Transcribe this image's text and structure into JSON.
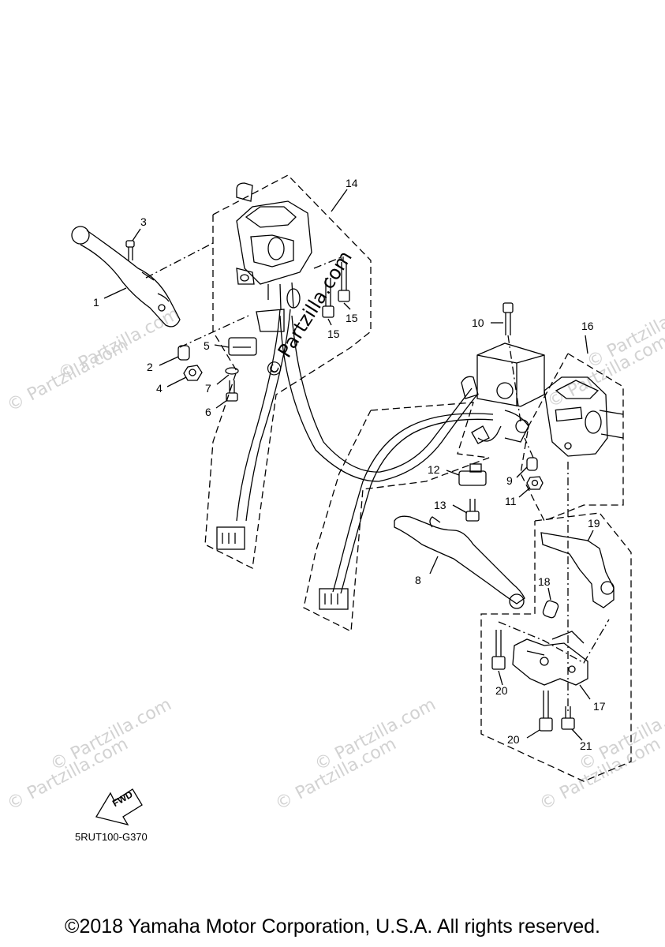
{
  "watermarks": [
    "© Partzilla.com",
    "© Partzilla.com",
    "© Partzilla.com",
    "© Partzilla.com",
    "© Partzilla.com",
    "© Partzilla.com",
    "© Partzilla.com",
    "© Partzilla.com",
    "© Partzilla.com",
    "© Partzilla.com"
  ],
  "center_watermark": "© Partzilla.com",
  "callouts": {
    "c1": "1",
    "c2": "2",
    "c3": "3",
    "c4": "4",
    "c5": "5",
    "c6": "6",
    "c7": "7",
    "c8": "8",
    "c9": "9",
    "c10": "10",
    "c11": "11",
    "c12": "12",
    "c13": "13",
    "c14": "14",
    "c15a": "15",
    "c15b": "15",
    "c16": "16",
    "c17": "17",
    "c18": "18",
    "c19": "19",
    "c20a": "20",
    "c20b": "20",
    "c21": "21"
  },
  "fwd_label": "FWD",
  "diagram_code": "5RUT100-G370",
  "copyright": "©2018 Yamaha Motor Corporation, U.S.A. All rights reserved."
}
